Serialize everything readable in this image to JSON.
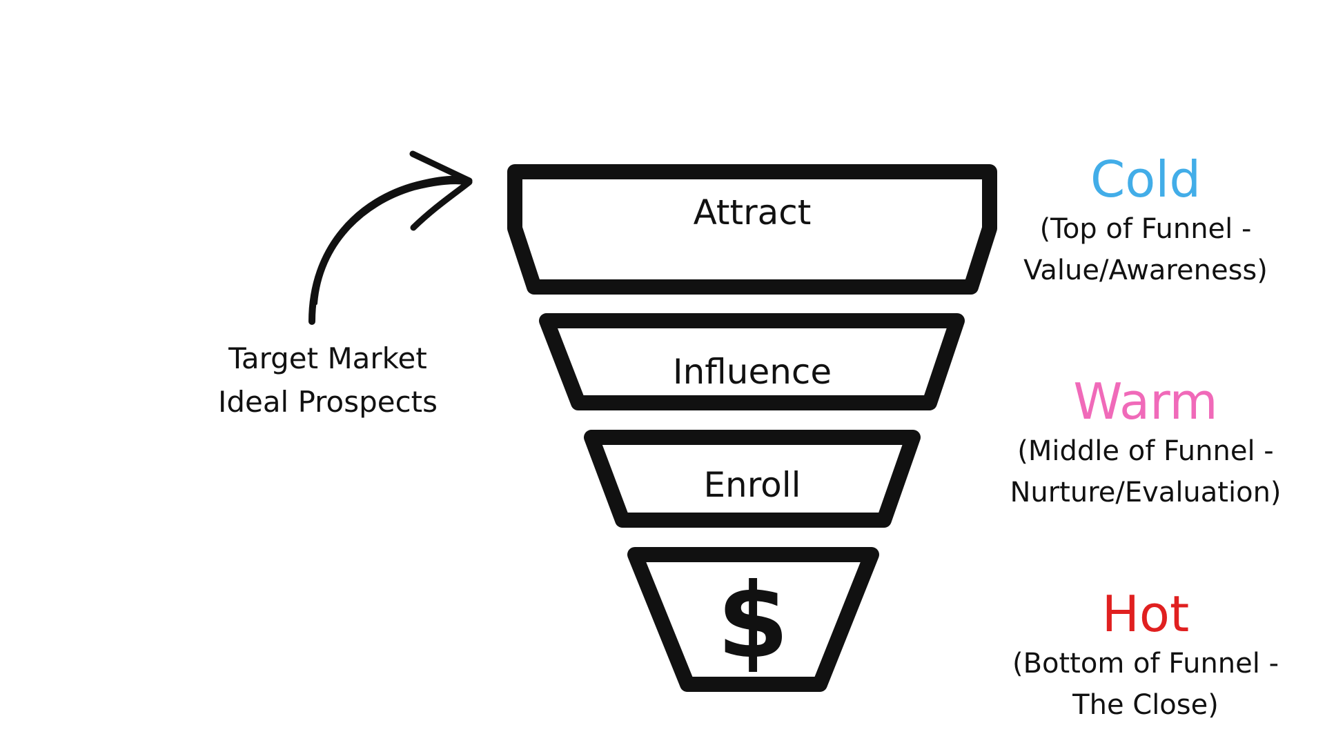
{
  "funnel": {
    "stages": [
      {
        "label": "Attract"
      },
      {
        "label": "Influence"
      },
      {
        "label": "Enroll"
      },
      {
        "label": "$",
        "icon": "dollar-sign-icon"
      }
    ]
  },
  "target": {
    "line1": "Target Market",
    "line2": "Ideal Prospects"
  },
  "temperatures": [
    {
      "title": "Cold",
      "desc_line1": "(Top of Funnel -",
      "desc_line2": "Value/Awareness)",
      "color": "#42ade8"
    },
    {
      "title": "Warm",
      "desc_line1": "(Middle of Funnel -",
      "desc_line2": "Nurture/Evaluation)",
      "color": "#f06ab9"
    },
    {
      "title": "Hot",
      "desc_line1": "(Bottom of Funnel -",
      "desc_line2": "The Close)",
      "color": "#e02020"
    }
  ]
}
